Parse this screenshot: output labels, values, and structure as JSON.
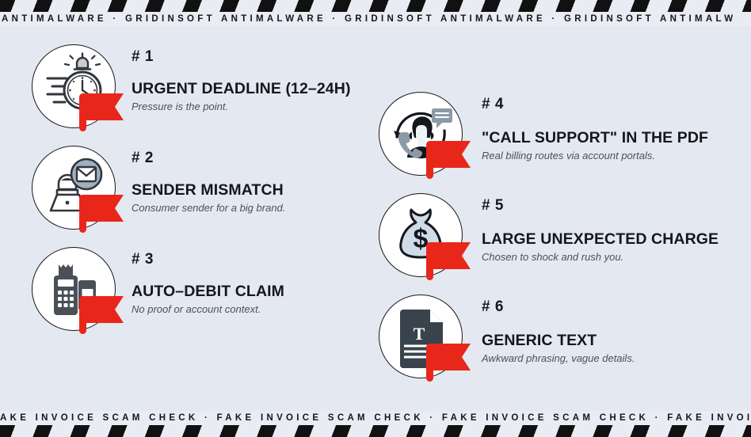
{
  "banners": {
    "top": {
      "text": "ANTIMALWARE  ·  GRIDINSOFT ANTIMALWARE  ·  GRIDINSOFT ANTIMALWARE  ·  GRIDINSOFT ANTIMALW",
      "stripe_color": "#111111",
      "background": "#e9ecf3"
    },
    "bottom": {
      "text": "AKE INVOICE SCAM CHECK  ·  FAKE INVOICE SCAM CHECK  ·  FAKE INVOICE SCAM CHECK  ·  FAKE INVOICE SCAM CH",
      "stripe_color": "#111111",
      "background": "#e9ecf3"
    }
  },
  "theme": {
    "page_background": "#e4e8f0",
    "flag_red": "#e8271a",
    "ink": "#15171d",
    "subtitle_gray": "#4c5159",
    "icon_accent_blue": "#cfdce8",
    "icon_gray": "#8c9aa6",
    "icon_dark": "#3b424a"
  },
  "items": [
    {
      "number": "# 1",
      "title": "URGENT DEADLINE (12–24H)",
      "subtitle": "Pressure is the point.",
      "icon": "alarm-clock-icon",
      "column": "left"
    },
    {
      "number": "# 2",
      "title": "SENDER MISMATCH",
      "subtitle": "Consumer sender for a big brand.",
      "icon": "person-laptop-envelope-icon",
      "column": "left"
    },
    {
      "number": "# 3",
      "title": "AUTO–DEBIT CLAIM",
      "subtitle": "No proof or account context.",
      "icon": "pos-terminal-card-icon",
      "column": "left"
    },
    {
      "number": "# 4",
      "title": "\"CALL SUPPORT\" IN THE PDF",
      "subtitle": "Real billing routes via account portals.",
      "icon": "support-agent-headset-icon",
      "column": "right"
    },
    {
      "number": "# 5",
      "title": "LARGE UNEXPECTED CHARGE",
      "subtitle": "Chosen to shock and rush you.",
      "icon": "money-bag-icon",
      "column": "right"
    },
    {
      "number": "# 6",
      "title": "GENERIC TEXT",
      "subtitle": "Awkward phrasing, vague details.",
      "icon": "text-document-icon",
      "column": "right"
    }
  ]
}
